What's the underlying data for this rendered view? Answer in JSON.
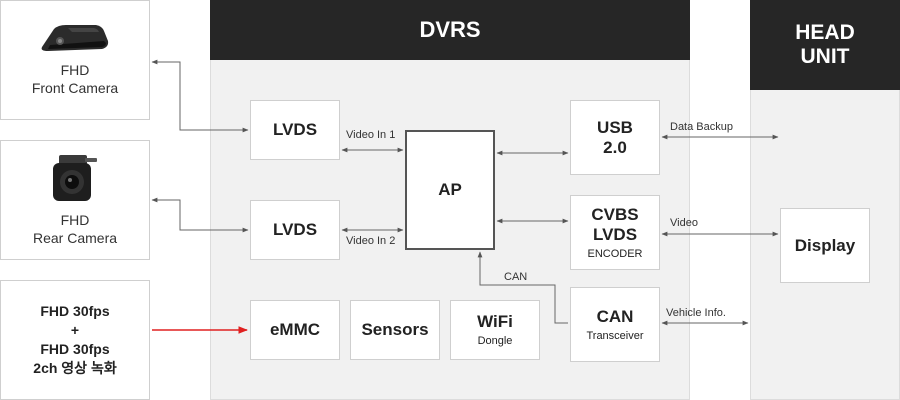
{
  "dvrs": {
    "title": "DVRS"
  },
  "head_unit": {
    "title_line1": "HEAD",
    "title_line2": "UNIT",
    "display": "Display"
  },
  "left": {
    "front_camera": {
      "line1": "FHD",
      "line2": "Front Camera"
    },
    "rear_camera": {
      "line1": "FHD",
      "line2": "Rear Camera"
    },
    "recording": {
      "line1": "FHD 30fps",
      "line2": "+",
      "line3": "FHD 30fps",
      "line4": "2ch 영상 녹화"
    }
  },
  "blocks": {
    "lvds1": "LVDS",
    "lvds2": "LVDS",
    "ap": "AP",
    "usb_line1": "USB",
    "usb_line2": "2.0",
    "cvbs_line1": "CVBS",
    "cvbs_line2": "LVDS",
    "cvbs_line3": "ENCODER",
    "emmc": "eMMC",
    "sensors": "Sensors",
    "wifi_line1": "WiFi",
    "wifi_line2": "Dongle",
    "can_line1": "CAN",
    "can_line2": "Transceiver"
  },
  "labels": {
    "video_in_1": "Video In 1",
    "video_in_2": "Video In 2",
    "can": "CAN",
    "data_backup": "Data Backup",
    "video": "Video",
    "vehicle_info": "Vehicle Info."
  },
  "colors": {
    "header_bg": "#262626",
    "panel_bg": "#f1f1f1",
    "arrow": "#555555",
    "record_arrow": "#e02020"
  }
}
